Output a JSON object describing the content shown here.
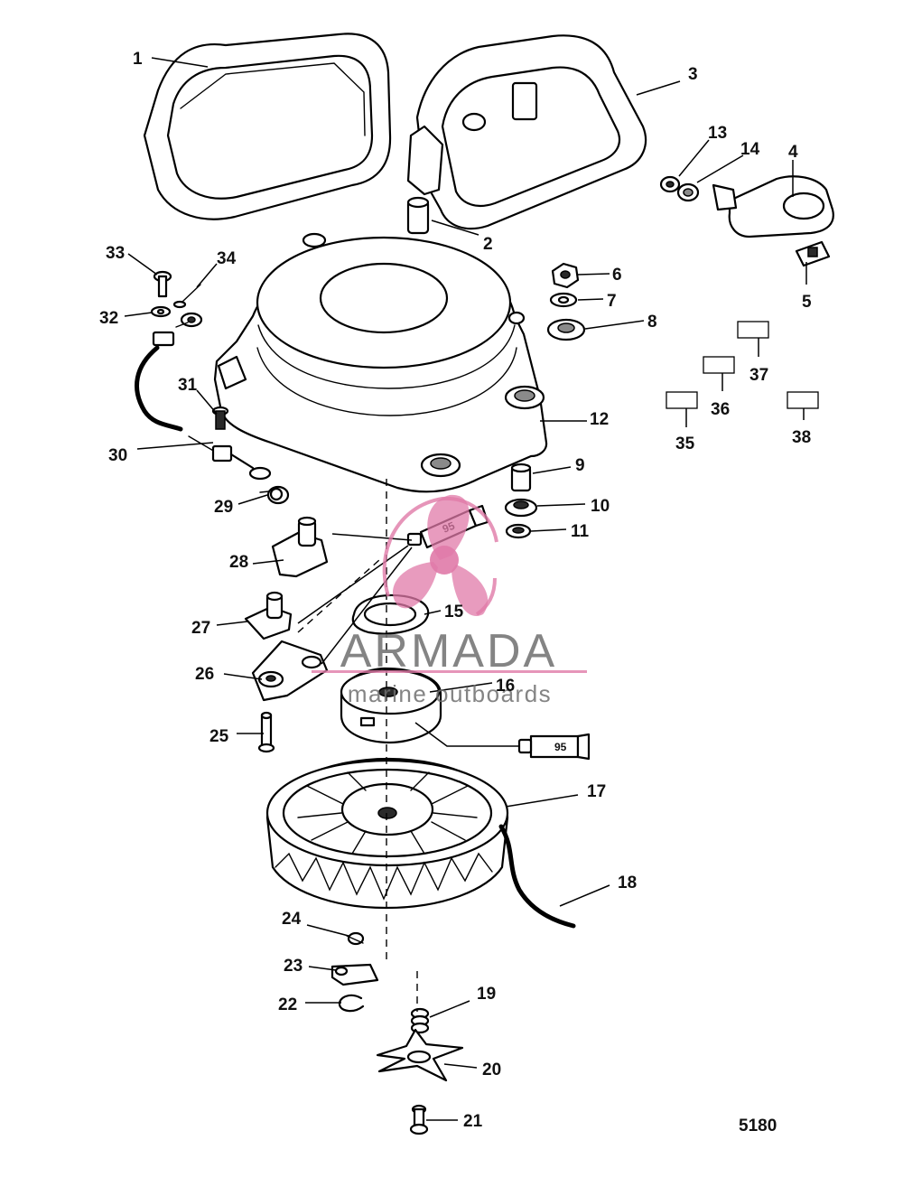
{
  "callouts": {
    "c1": "1",
    "c2": "2",
    "c3": "3",
    "c4": "4",
    "c5": "5",
    "c6": "6",
    "c7": "7",
    "c8": "8",
    "c9": "9",
    "c10": "10",
    "c11": "11",
    "c12": "12",
    "c13": "13",
    "c14": "14",
    "c15": "15",
    "c16": "16",
    "c17": "17",
    "c18": "18",
    "c19": "19",
    "c20": "20",
    "c21": "21",
    "c22": "22",
    "c23": "23",
    "c24": "24",
    "c25": "25",
    "c26": "26",
    "c27": "27",
    "c28": "28",
    "c29": "29",
    "c30": "30",
    "c31": "31",
    "c32": "32",
    "c33": "33",
    "c34": "34",
    "c35": "35",
    "c36": "36",
    "c37": "37",
    "c38": "38"
  },
  "lubricant_label": "95",
  "diagram_number": "5180",
  "watermark": {
    "brand": "ARMADA",
    "tagline": "marine outboards",
    "color": "#e07aa8"
  }
}
